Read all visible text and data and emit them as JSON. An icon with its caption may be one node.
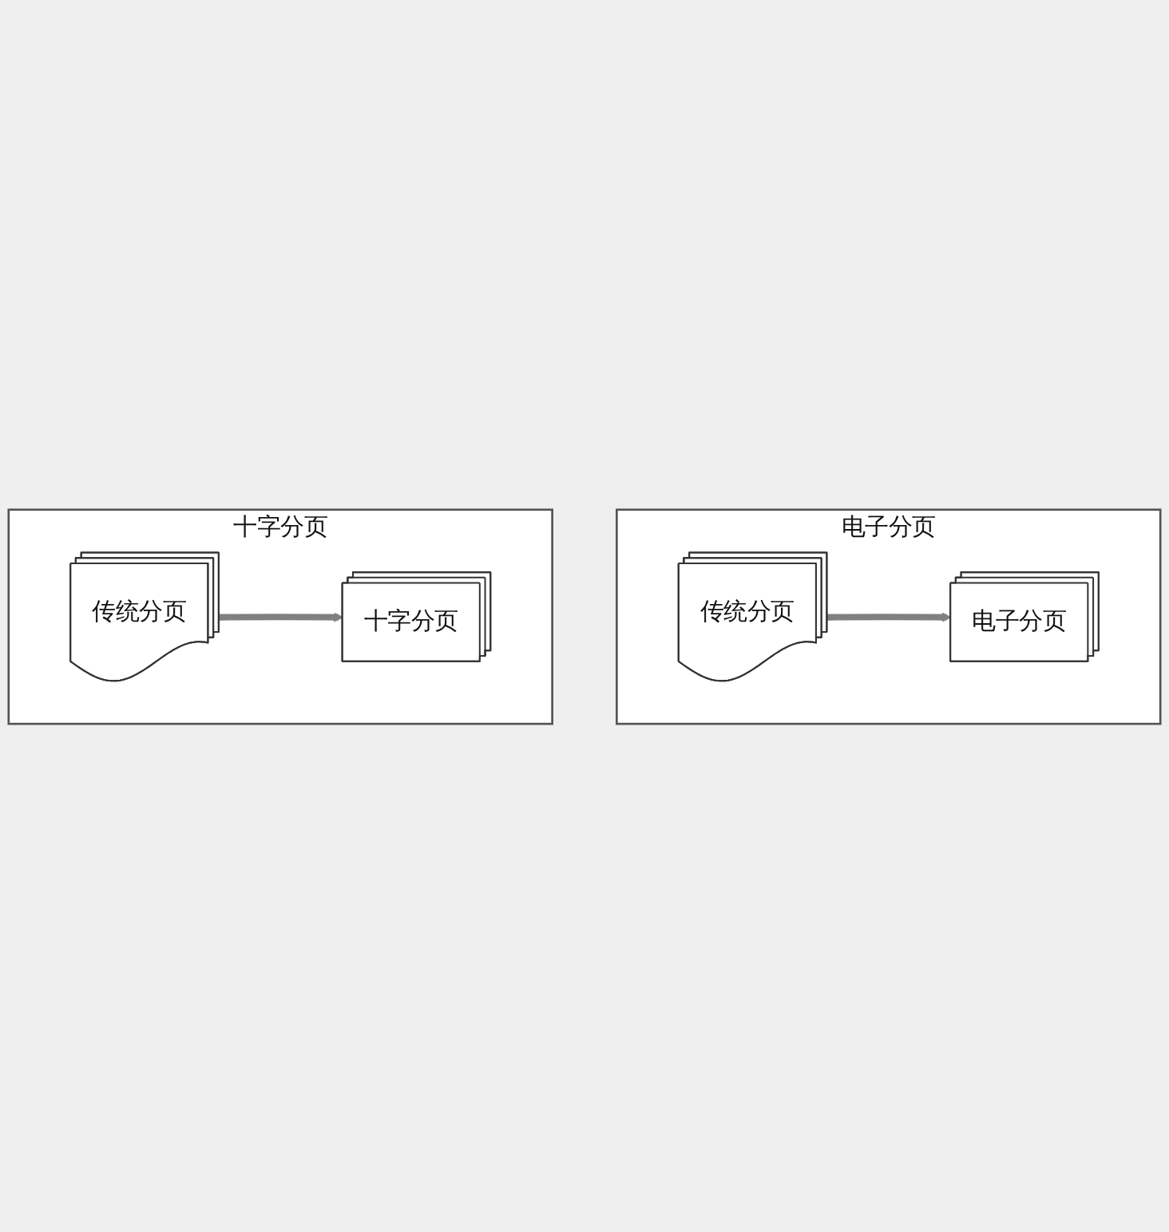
{
  "diagram": {
    "nodes": [
      {
        "text": [
          "电子分页"
        ]
      },
      {
        "text": [
          "传统分页"
        ],
        "in": 0
      },
      {
        "text": [
          "电子分页"
        ],
        "in": 0
      },
      {
        "text": [
          "十字分页"
        ]
      },
      {
        "text": [
          "传统分页"
        ],
        "in": 3
      },
      {
        "text": [
          "十字分页"
        ],
        "in": 3
      }
    ],
    "edges": [
      {
        "from": 1,
        "to": 2,
        "arrow": "to"
      },
      {
        "from": 4,
        "to": 5,
        "arrow": "to"
      }
    ]
  }
}
